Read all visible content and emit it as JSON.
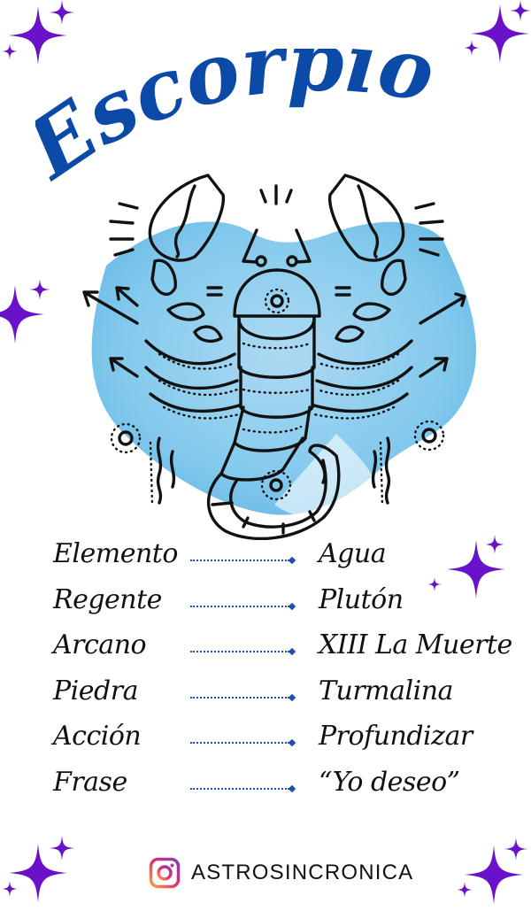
{
  "title": "Escorpio",
  "colors": {
    "title_blue": "#0b4aa6",
    "connector_blue": "#1b4fb3",
    "sparkle_purple": "#6a12c9",
    "watercolor_blue": "#5fb8e6",
    "ink": "#111111",
    "instagram_gradient": [
      "#f9a03f",
      "#e1306c",
      "#833ab4"
    ]
  },
  "illustration": {
    "subject": "scorpion-line-art",
    "background": "watercolor-blue-splash"
  },
  "attributes": [
    {
      "label": "Elemento",
      "value": "Agua"
    },
    {
      "label": "Regente",
      "value": "Plutón"
    },
    {
      "label": "Arcano",
      "value": "XIII La Muerte"
    },
    {
      "label": "Piedra",
      "value": "Turmalina"
    },
    {
      "label": "Acción",
      "value": "Profundizar"
    },
    {
      "label": "Frase",
      "value": "“Yo deseo”"
    }
  ],
  "footer": {
    "icon": "instagram-icon",
    "handle": "ASTROSINCRONICA"
  },
  "decorations": {
    "sparkle_clusters": [
      "top-left",
      "top-right",
      "mid-left",
      "mid-right",
      "bottom-left",
      "bottom-right"
    ]
  }
}
